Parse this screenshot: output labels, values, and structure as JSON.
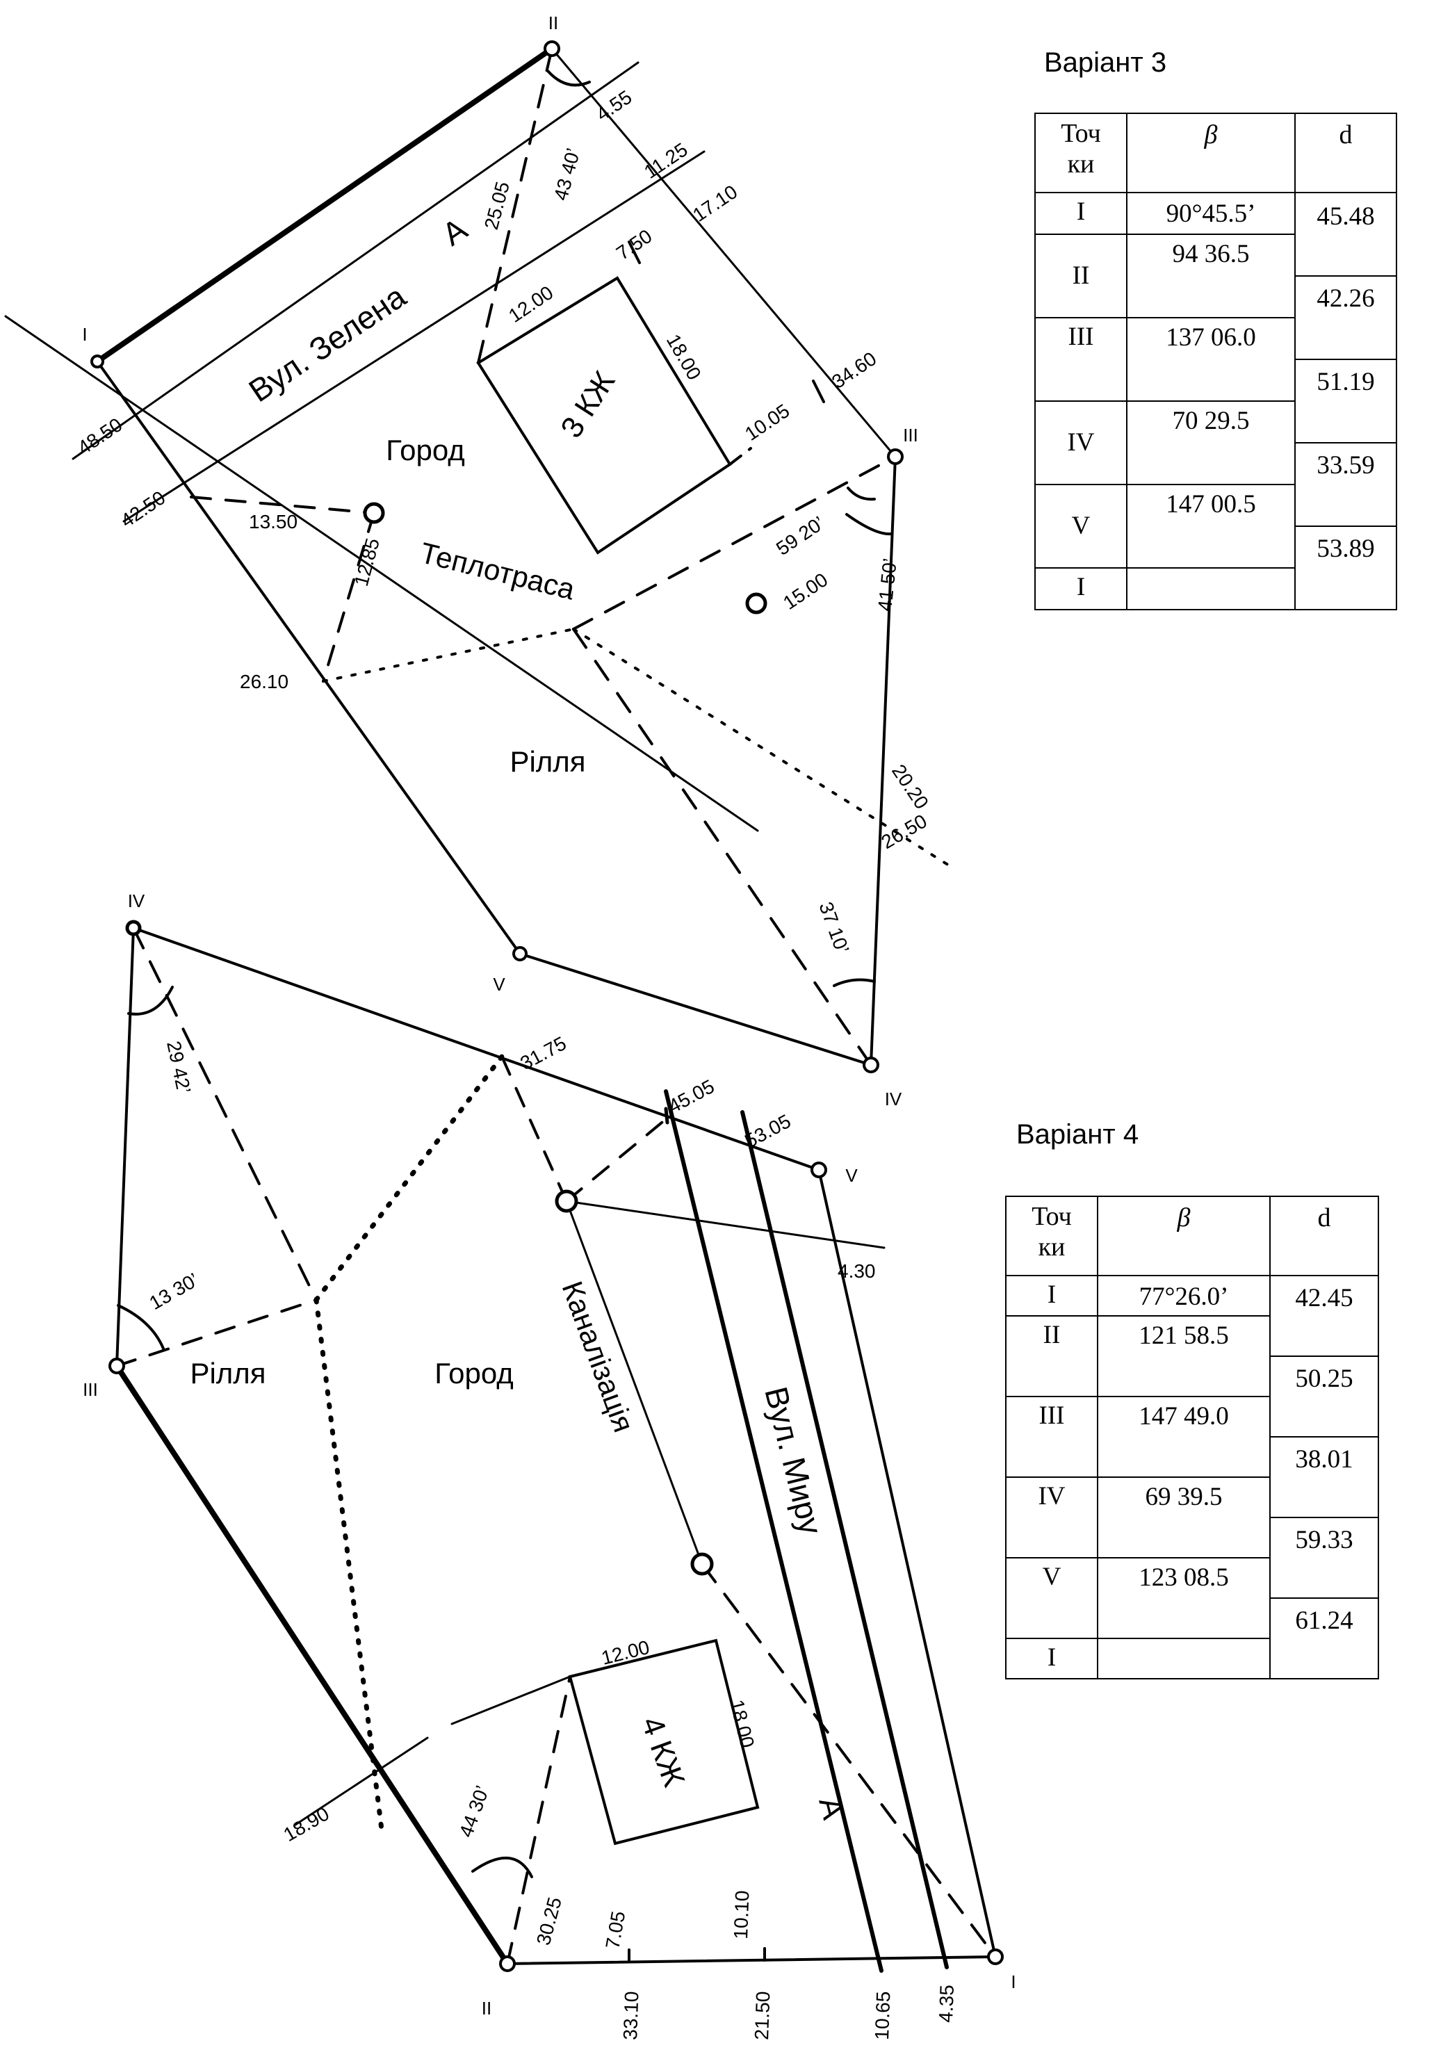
{
  "variant3": {
    "title": "Варіант 3",
    "headers": {
      "points": "Точ ки",
      "beta": "β",
      "d": "d"
    },
    "rows": [
      {
        "point": "I",
        "beta": "90°45.5’"
      },
      {
        "point": "II",
        "beta": "94 36.5"
      },
      {
        "point": "III",
        "beta": "137 06.0"
      },
      {
        "point": "IV",
        "beta": "70 29.5"
      },
      {
        "point": "V",
        "beta": "147 00.5"
      },
      {
        "point": "I",
        "beta": ""
      }
    ],
    "distances": [
      "45.48",
      "42.26",
      "51.19",
      "33.59",
      "53.89"
    ]
  },
  "variant4": {
    "title": "Варіант 4",
    "headers": {
      "points": "Точ ки",
      "beta": "β",
      "d": "d"
    },
    "rows": [
      {
        "point": "I",
        "beta": "77°26.0’"
      },
      {
        "point": "II",
        "beta": "121 58.5"
      },
      {
        "point": "III",
        "beta": "147 49.0"
      },
      {
        "point": "IV",
        "beta": "69 39.5"
      },
      {
        "point": "V",
        "beta": "123 08.5"
      },
      {
        "point": "I",
        "beta": ""
      }
    ],
    "distances": [
      "42.45",
      "50.25",
      "38.01",
      "59.33",
      "61.24"
    ]
  },
  "plan3": {
    "vertices": {
      "I": "I",
      "II": "II",
      "III": "III",
      "IV": "IV",
      "V": "V"
    },
    "street": "Вул. Зелена",
    "street_marker": "А",
    "building": "3 КЖ",
    "garden": "Город",
    "pipeline": "Теплотраса",
    "field": "Рілля",
    "measures": {
      "m4_55": "4.55",
      "m11_25": "11.25",
      "m17_10": "17.10",
      "m25_05": "25.05",
      "a43_40": "43 40’",
      "m7_50": "7.50",
      "m12_00": "12.00",
      "m18_00": "18.00",
      "m10_05": "10.05",
      "m34_60": "34.60",
      "m48_50": "48.50",
      "m42_50": "42.50",
      "m13_50": "13.50",
      "m12_85": "12.85",
      "a59_20": "59 20’",
      "m15_00": "15.00",
      "a41_50": "41 50’",
      "m26_10": "26.10",
      "m20_20": "20.20",
      "m26_50": "26.50",
      "a37_10": "37 10’"
    }
  },
  "plan4": {
    "vertices": {
      "I": "I",
      "II": "II",
      "III": "III",
      "IV": "IV",
      "V": "V"
    },
    "street": "Вул. Миру",
    "street_marker": "А",
    "building": "4 КЖ",
    "garden": "Город",
    "pipeline": "Каналізація",
    "field": "Рілля",
    "measures": {
      "a29_42": "29 42’",
      "m31_75": "31.75",
      "m45_05": "45.05",
      "m53_05": "53.05",
      "m4_30": "4.30",
      "a13_30": "13 30’",
      "m12_00": "12.00",
      "m18_00": "18.00",
      "m18_90": "18.90",
      "a44_30": "44 30’",
      "m30_25": "30.25",
      "m7_05": "7.05",
      "m10_10": "10.10",
      "m33_10": "33.10",
      "m21_50": "21.50",
      "m10_65": "10.65",
      "m4_35": "4.35"
    }
  }
}
